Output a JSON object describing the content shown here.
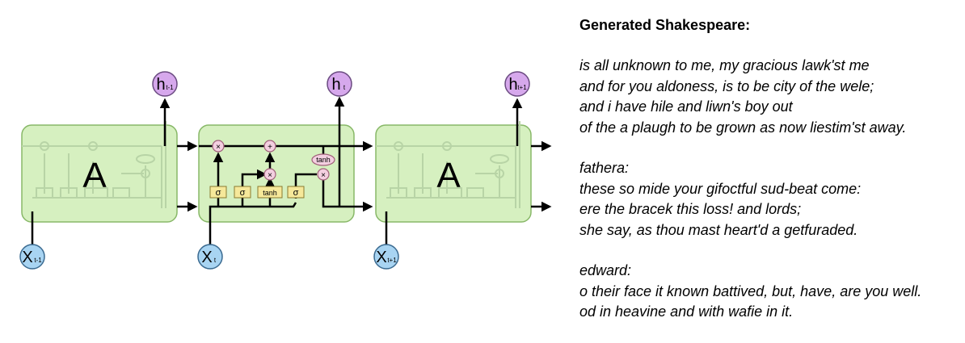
{
  "diagram": {
    "cell_labels": [
      "A",
      "A"
    ],
    "gates": {
      "sigma": "σ",
      "tanh": "tanh",
      "multiply": "×",
      "add": "+"
    },
    "outputs": [
      {
        "base": "h",
        "sub": "t-1"
      },
      {
        "base": "h",
        "sub": "t"
      },
      {
        "base": "h",
        "sub": "t+1"
      }
    ],
    "inputs": [
      {
        "base": "X",
        "sub": "t-1"
      },
      {
        "base": "X",
        "sub": "t"
      },
      {
        "base": "X",
        "sub": "t+1"
      }
    ],
    "colors": {
      "cell_fill": "#d6f0c0",
      "cell_stroke": "#88b868",
      "gate_fill": "#f6e89a",
      "gate_stroke": "#8a7a30",
      "op_fill": "#f3cfe0",
      "op_stroke": "#a0607a",
      "h_fill": "#d6a8ec",
      "h_stroke": "#6a4a80",
      "x_fill": "#a8d4f2",
      "x_stroke": "#3a6a90"
    }
  },
  "text": {
    "title": "Generated Shakespeare:",
    "stanzas": [
      [
        "is all unknown to me, my gracious lawk'st me",
        "and for you aldoness, is to be city of the wele;",
        "and i have hile and liwn's boy out",
        "of the a plaugh to be grown as now liestim'st away."
      ],
      [
        "fathera:",
        "these so mide your gifoctful sud-beat come:",
        "ere the bracek this loss! and lords;",
        "she say, as thou mast heart'd a getfuraded."
      ],
      [
        "edward:",
        "o their face it known battived, but, have, are you well.",
        "od in heavine and with wafie in it."
      ]
    ]
  }
}
